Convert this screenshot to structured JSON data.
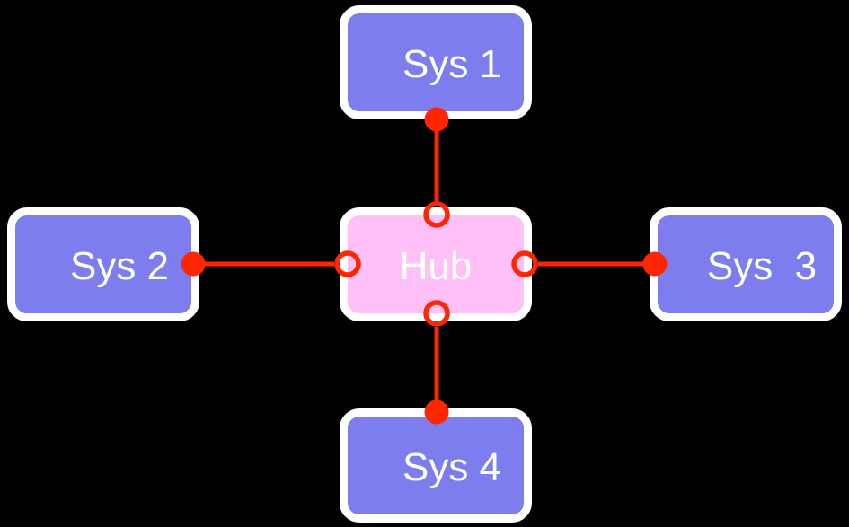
{
  "diagram": {
    "background_color": "#000000",
    "colors": {
      "node_fill": "#7d7dee",
      "hub_fill": "#ffc0f8",
      "node_border": "#ffffff",
      "label_text": "#ffffff",
      "connector": "#ff2600"
    },
    "nodes": {
      "hub": {
        "label": "Hub"
      },
      "sys1": {
        "label": "Sys 1"
      },
      "sys2": {
        "label": "Sys 2"
      },
      "sys3": {
        "label": "Sys  3"
      },
      "sys4": {
        "label": "Sys 4"
      }
    },
    "connections": [
      {
        "from": "sys1",
        "to": "hub",
        "from_marker": "filled-dot",
        "to_marker": "open-circle"
      },
      {
        "from": "sys2",
        "to": "hub",
        "from_marker": "filled-dot",
        "to_marker": "open-circle"
      },
      {
        "from": "sys3",
        "to": "hub",
        "from_marker": "filled-dot",
        "to_marker": "open-circle"
      },
      {
        "from": "sys4",
        "to": "hub",
        "from_marker": "filled-dot",
        "to_marker": "open-circle"
      }
    ]
  }
}
